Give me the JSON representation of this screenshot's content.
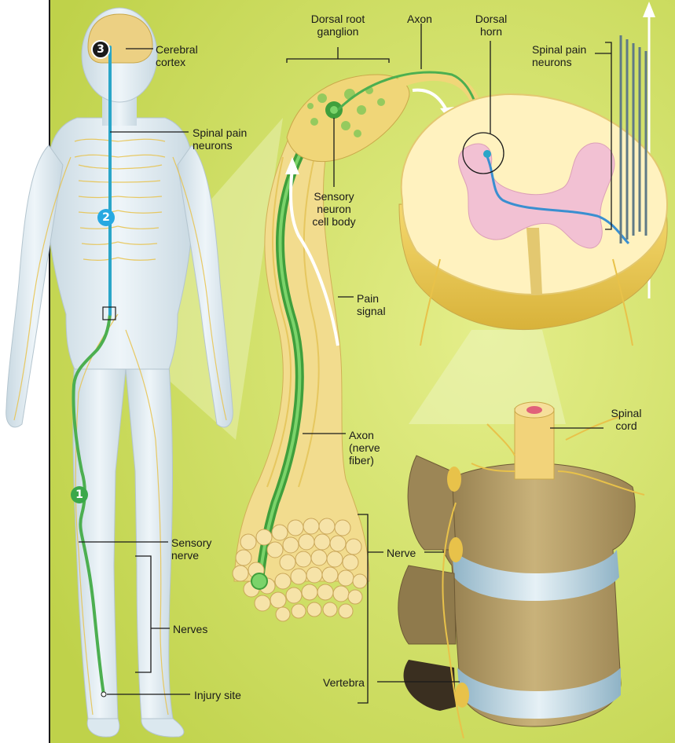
{
  "labels": {
    "cerebral_cortex": "Cerebral\ncortex",
    "spinal_pain_neurons_body": "Spinal pain\nneurons",
    "sensory_nerve": "Sensory\nnerve",
    "nerves": "Nerves",
    "injury_site": "Injury site",
    "dorsal_root_ganglion": "Dorsal root\nganglion",
    "axon_top": "Axon",
    "dorsal_horn": "Dorsal\nhorn",
    "spinal_pain_neurons_cord": "Spinal pain\nneurons",
    "sensory_neuron_cell_body": "Sensory\nneuron\ncell body",
    "pain_signal": "Pain\nsignal",
    "axon_nerve_fiber": "Axon\n(nerve\nfiber)",
    "nerve": "Nerve",
    "spinal_cord": "Spinal\ncord",
    "vertebra": "Vertebra"
  },
  "steps": [
    {
      "number": "1",
      "color": "#3aa84a"
    },
    {
      "number": "2",
      "color": "#27a9e1"
    },
    {
      "number": "3",
      "color": "#1a1a1a"
    }
  ],
  "colors": {
    "background": "#cddc58",
    "body_fill": "#dbe8ef",
    "nerve_yellow": "#e8c24a",
    "green_pathway": "#4caf50",
    "blue_pathway": "#2aa6c8",
    "spinal_cord_fill": "#fff2bf",
    "gray_matter": "#f2c1d3",
    "vertebra_fill": "#b8a06a"
  }
}
